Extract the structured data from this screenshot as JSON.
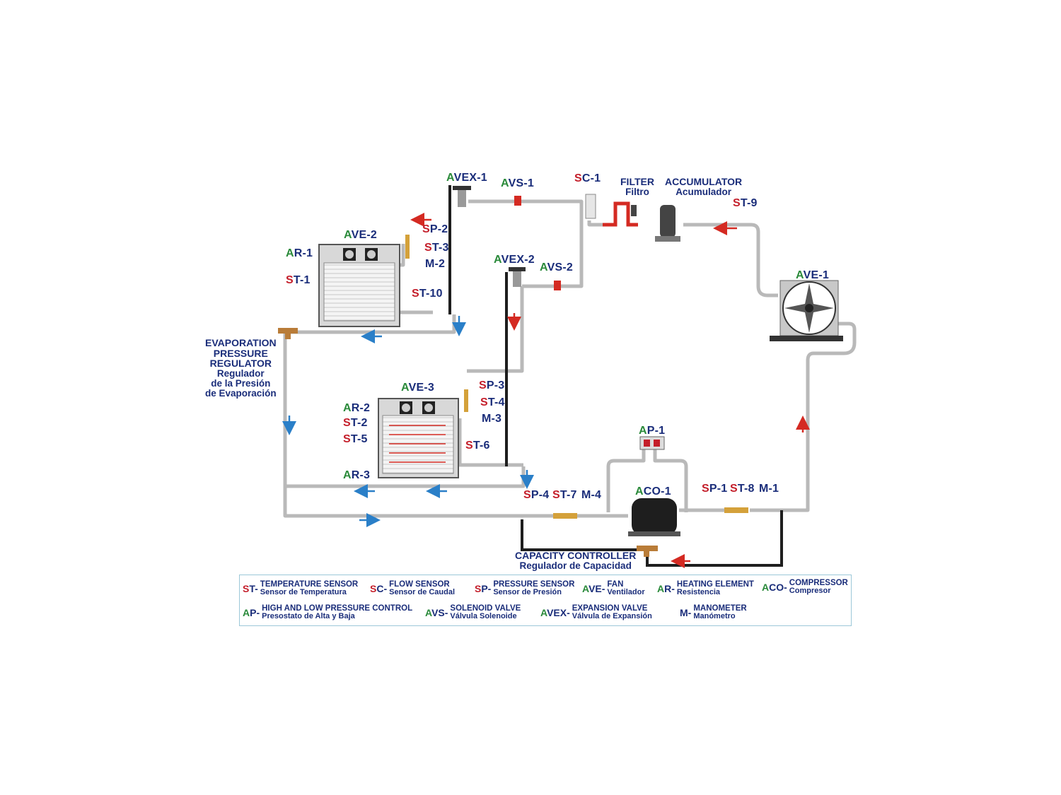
{
  "labels": {
    "avex1": {
      "p": "A",
      "rest": "VEX-1",
      "color": "green"
    },
    "avs1": {
      "p": "A",
      "rest": "VS-1",
      "color": "green"
    },
    "sc1": {
      "p": "S",
      "rest": "C-1",
      "color": "red"
    },
    "ave2": {
      "p": "A",
      "rest": "VE-2",
      "color": "green"
    },
    "sp2": {
      "p": "S",
      "rest": "P-2",
      "color": "red"
    },
    "st3": {
      "p": "S",
      "rest": "T-3",
      "color": "red"
    },
    "m2": {
      "p": "",
      "rest": "M-2",
      "color": "red"
    },
    "ar1": {
      "p": "A",
      "rest": "R-1",
      "color": "green"
    },
    "st1": {
      "p": "S",
      "rest": "T-1",
      "color": "red"
    },
    "st10": {
      "p": "S",
      "rest": "T-10",
      "color": "red"
    },
    "avex2": {
      "p": "A",
      "rest": "VEX-2",
      "color": "green"
    },
    "avs2": {
      "p": "A",
      "rest": "VS-2",
      "color": "green"
    },
    "st9": {
      "p": "S",
      "rest": "T-9",
      "color": "red"
    },
    "ave1": {
      "p": "A",
      "rest": "VE-1",
      "color": "green"
    },
    "ave3": {
      "p": "A",
      "rest": "VE-3",
      "color": "green"
    },
    "sp3": {
      "p": "S",
      "rest": "P-3",
      "color": "red"
    },
    "st4": {
      "p": "S",
      "rest": "T-4",
      "color": "red"
    },
    "m3": {
      "p": "",
      "rest": "M-3",
      "color": "red"
    },
    "ar2": {
      "p": "A",
      "rest": "R-2",
      "color": "green"
    },
    "st2": {
      "p": "S",
      "rest": "T-2",
      "color": "red"
    },
    "st5": {
      "p": "S",
      "rest": "T-5",
      "color": "red"
    },
    "st6": {
      "p": "S",
      "rest": "T-6",
      "color": "red"
    },
    "ar3": {
      "p": "A",
      "rest": "R-3",
      "color": "green"
    },
    "ap1": {
      "p": "A",
      "rest": "P-1",
      "color": "green"
    },
    "aco1": {
      "p": "A",
      "rest": "CO-1",
      "color": "green"
    },
    "sp1": {
      "p": "S",
      "rest": "P-1",
      "color": "red"
    },
    "st8": {
      "p": "S",
      "rest": "T-8",
      "color": "red"
    },
    "m1": {
      "p": "",
      "rest": "M-1",
      "color": "red"
    },
    "sp4": {
      "p": "S",
      "rest": "P-4",
      "color": "red"
    },
    "st7": {
      "p": "S",
      "rest": "T-7",
      "color": "red"
    },
    "m4": {
      "p": "",
      "rest": "M-4",
      "color": "red"
    }
  },
  "captions": {
    "filter": {
      "en": "FILTER",
      "es": "Filtro"
    },
    "accumulator": {
      "en": "ACCUMULATOR",
      "es": "Acumulador"
    },
    "epr": {
      "en1": "EVAPORATION",
      "en2": "PRESSURE",
      "en3": "REGULATOR",
      "es1": "Regulador",
      "es2": "de la Presión",
      "es3": "de Evaporación"
    },
    "capacity": {
      "en": "CAPACITY CONTROLLER",
      "es": "Regulador de Capacidad"
    }
  },
  "legend": [
    {
      "prefix": "S",
      "rest": "T-",
      "color": "red",
      "en": "TEMPERATURE SENSOR",
      "es": "Sensor de Temperatura"
    },
    {
      "prefix": "S",
      "rest": "C-",
      "color": "red",
      "en": "FLOW SENSOR",
      "es": "Sensor de Caudal"
    },
    {
      "prefix": "S",
      "rest": "P-",
      "color": "red",
      "en": "PRESSURE SENSOR",
      "es": "Sensor de Presión"
    },
    {
      "prefix": "A",
      "rest": "VE-",
      "color": "green",
      "en": "FAN",
      "es": "Ventilador"
    },
    {
      "prefix": "A",
      "rest": "R-",
      "color": "green",
      "en": "HEATING ELEMENT",
      "es": "Resistencia"
    },
    {
      "prefix": "A",
      "rest": "CO-",
      "color": "green",
      "en": "COMPRESSOR",
      "es": "Compresor"
    },
    {
      "prefix": "A",
      "rest": "P-",
      "color": "green",
      "en": "HIGH AND LOW PRESSURE CONTROL",
      "es": "Presostato de Alta y Baja"
    },
    {
      "prefix": "A",
      "rest": "VS-",
      "color": "green",
      "en": "SOLENOID VALVE",
      "es": "Válvula Solenoide"
    },
    {
      "prefix": "A",
      "rest": "VEX-",
      "color": "green",
      "en": "EXPANSION VALVE",
      "es": "Válvula de Expansión"
    },
    {
      "prefix": "",
      "rest": "M-",
      "color": "red",
      "en": "MANOMETER",
      "es": "Manómetro"
    }
  ],
  "colors": {
    "pipe": "#b9b9b9",
    "dark_pipe": "#1e1e1e",
    "red_pipe": "#d42a22",
    "blue_arrow": "#2a7fc8",
    "red_arrow": "#d42a22",
    "label_blue": "#1a2d7a",
    "label_red": "#c41e2a",
    "label_green": "#2a8a3a"
  }
}
